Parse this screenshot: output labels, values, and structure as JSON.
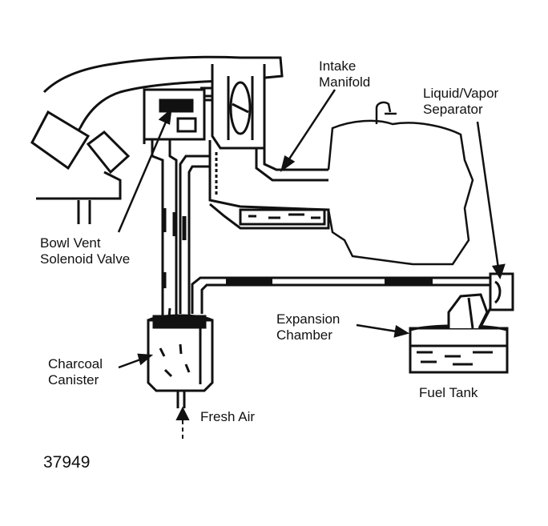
{
  "labels": {
    "intake_manifold": [
      "Intake",
      "Manifold"
    ],
    "liquid_vapor_separator": [
      "Liquid/Vapor",
      "Separator"
    ],
    "bowl_vent_solenoid_valve": [
      "Bowl Vent",
      "Solenoid Valve"
    ],
    "expansion_chamber": [
      "Expansion",
      "Chamber"
    ],
    "charcoal_canister": [
      "Charcoal",
      "Canister"
    ],
    "fuel_tank": "Fuel Tank",
    "fresh_air": "Fresh Air"
  },
  "figure_number": "37949",
  "colors": {
    "ink": "#111111",
    "paper": "#ffffff"
  }
}
